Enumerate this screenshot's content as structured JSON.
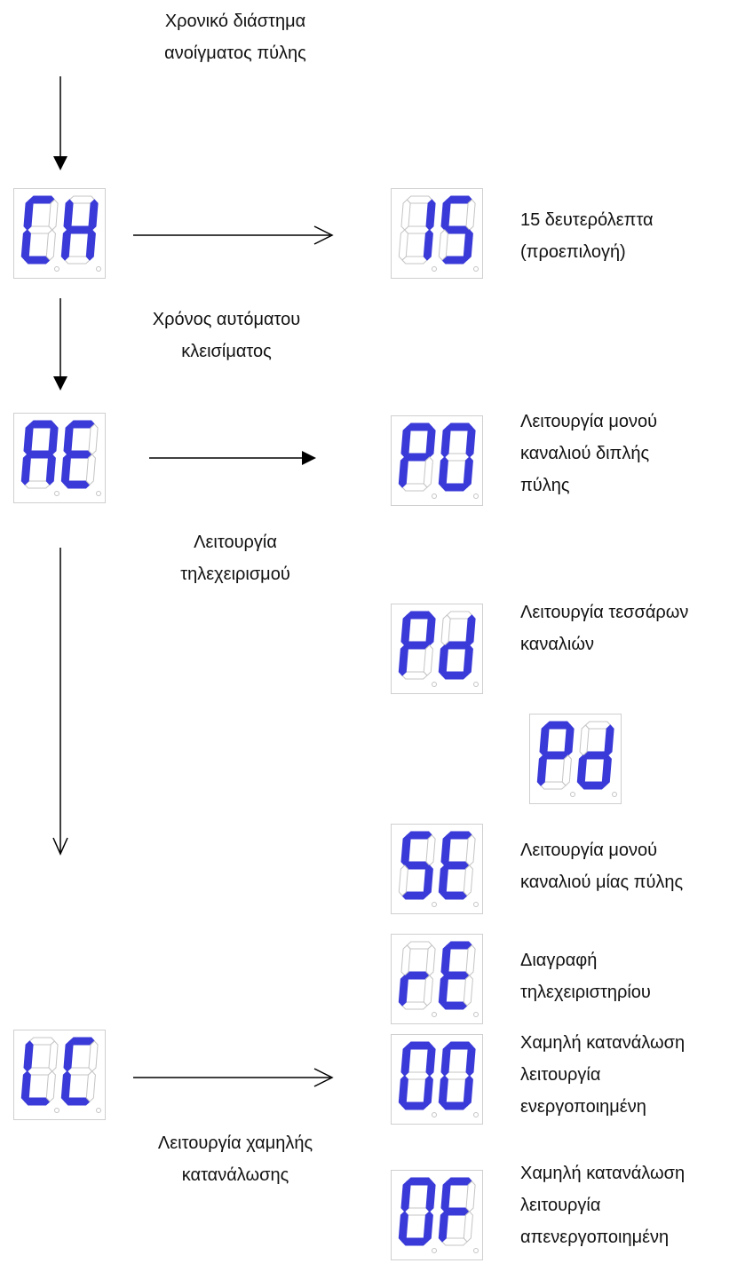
{
  "colors": {
    "segment_on": "#3a3ad8",
    "segment_off": "#c4c4c4",
    "arrow": "#000000"
  },
  "labels": {
    "gate_interval": [
      "Χρονικό διάστημα",
      "ανοίγματος πύλης"
    ],
    "auto_close": [
      "Χρόνος αυτόματου",
      "κλεισίματος"
    ],
    "remote_mode": [
      "Λειτουργία",
      "τηλεχειρισμού"
    ],
    "low_power_mode": [
      "Λειτουργία χαμηλής",
      "κατανάλωσης"
    ]
  },
  "displays": {
    "ch": "CH",
    "ae": "AE",
    "lc": "LC",
    "v15": "15",
    "p0": "P0",
    "pd1": "Pd",
    "pd2": "Pd",
    "se": "SE",
    "re": "rE",
    "oo": "00",
    "of": "0F"
  },
  "options": {
    "v15": [
      "15 δευτερόλεπτα",
      "(προεπιλογή)"
    ],
    "p0": [
      "Λειτουργία μονού",
      "καναλιού διπλής",
      "πύλης"
    ],
    "pd": [
      "Λειτουργία τεσσάρων",
      "καναλιών"
    ],
    "se": [
      "Λειτουργία μονού",
      "καναλιού μίας πύλης"
    ],
    "re": [
      "Διαγραφή",
      "τηλεχειριστηρίου"
    ],
    "on": [
      "Χαμηλή κατανάλωση",
      "λειτουργία",
      "ενεργοποιημένη"
    ],
    "off": [
      "Χαμηλή κατανάλωση",
      "λειτουργία",
      "απενεργοποιημένη"
    ]
  }
}
